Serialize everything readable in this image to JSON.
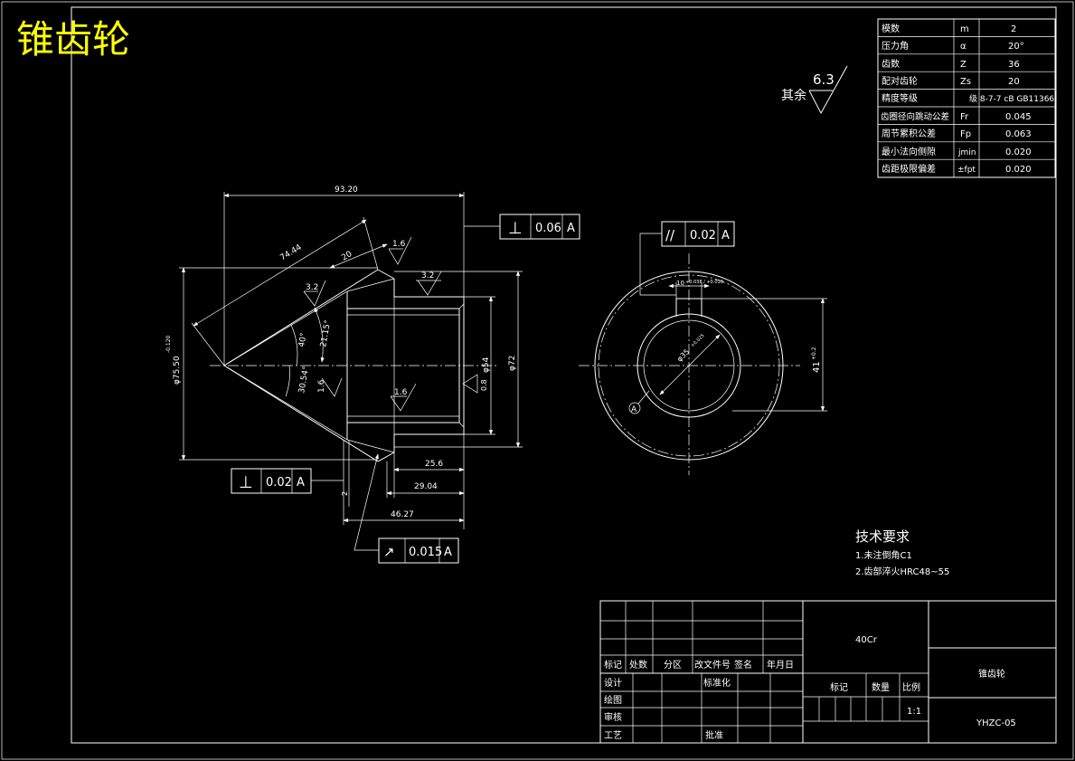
{
  "title": "锥齿轮",
  "roughness_other": {
    "label": "其余",
    "value": "6.3"
  },
  "params_table": [
    {
      "name": "模数",
      "symbol": "m",
      "value": "2"
    },
    {
      "name": "压力角",
      "symbol": "α",
      "value": "20°"
    },
    {
      "name": "齿数",
      "symbol": "Z",
      "value": "36"
    },
    {
      "name": "配对齿轮",
      "symbol": "Zs",
      "value": "20"
    },
    {
      "name": "精度等级",
      "symbol": "",
      "value": "级 8-7-7 cB GB11366"
    },
    {
      "name": "齿圈径向跳动公差",
      "symbol": "Fr",
      "value": "0.045"
    },
    {
      "name": "周节累积公差",
      "symbol": "Fp",
      "value": "0.063"
    },
    {
      "name": "最小法向侧隙",
      "symbol": "jmin",
      "value": "0.020"
    },
    {
      "name": "齿距极限偏差",
      "symbol": "±fpt",
      "value": "0.020"
    }
  ],
  "left_view": {
    "dims": {
      "d9320": "93.20",
      "d7444": "74.44",
      "d20": "20",
      "d2115": "21.15°",
      "d40": "40°",
      "d3054": "30.54°",
      "d7550": "φ75.50",
      "d7550_tol": "-0.120",
      "d54": "φ54",
      "d72": "φ72",
      "d256": "25.6",
      "d2904": "29.04",
      "d4627": "46.27",
      "d2": "2",
      "d08": "0.8"
    },
    "roughness": {
      "r16a": "1.6",
      "r32a": "3.2",
      "r32b": "3.2",
      "r16b": "1.6",
      "r16c": "1.6"
    },
    "fcf_top": {
      "symbol": "⊥",
      "tol": "0.06",
      "datum": "A"
    },
    "fcf_bottom": {
      "symbol": "⊥",
      "tol": "0.02",
      "datum": "A"
    },
    "fcf_runout": {
      "symbol": "↗",
      "tol": "0.015",
      "datum": "A"
    }
  },
  "right_view": {
    "fcf": {
      "symbol": "//",
      "tol": "0.02",
      "datum": "A"
    },
    "keyway": "10",
    "keyway_tol": "+0.038 / +0.010",
    "bore": "φ35",
    "bore_tol": "+0.025",
    "height": "41",
    "height_tol": "+0.2",
    "datum": "A"
  },
  "tech": {
    "heading": "技术要求",
    "item1": "1.未注倒角C1",
    "item2": "2.齿部淬火HRC48~55"
  },
  "title_block": {
    "material": "40Cr",
    "part_name": "锥齿轮",
    "drawing_no": "YHZC-05",
    "scale": "1:1",
    "h_mark": "标记",
    "h_count": "处数",
    "h_zone": "分区",
    "h_doc": "改文件号",
    "h_sign": "签名",
    "h_date": "年月日",
    "design": "设计",
    "standard": "标准化",
    "drawing": "绘图",
    "review": "审核",
    "process": "工艺",
    "approve": "批准",
    "mark2": "标记",
    "count2": "数量",
    "ratio": "比例"
  }
}
